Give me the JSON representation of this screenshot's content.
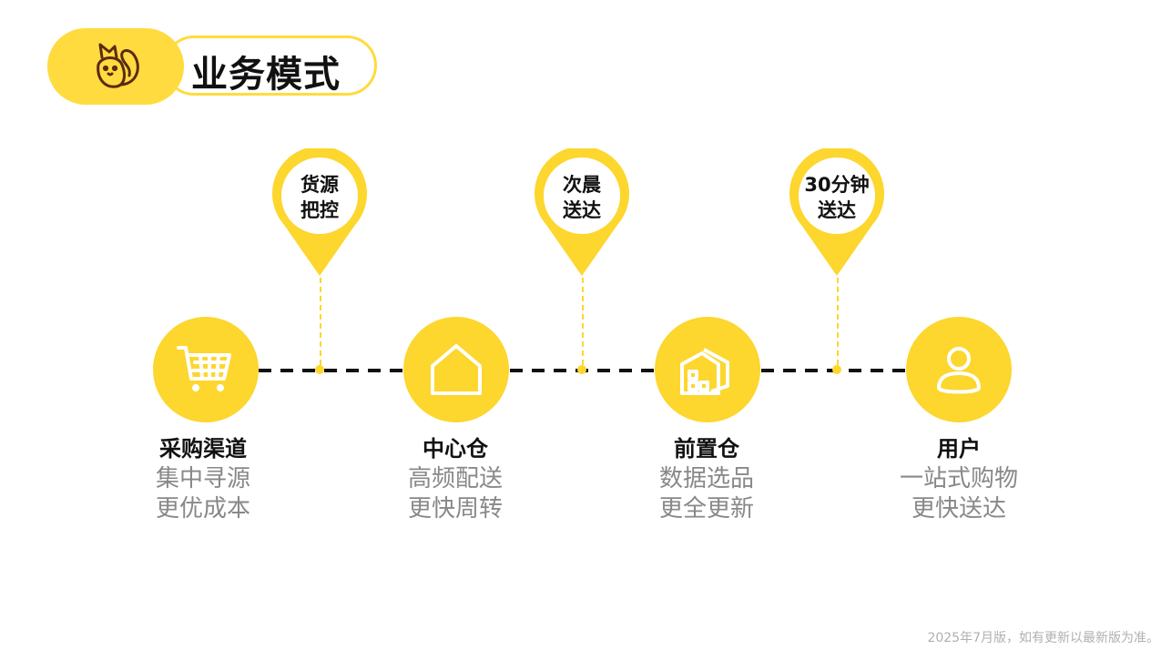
{
  "header": {
    "title": "业务模式",
    "mascot_icon": "squirrel-icon"
  },
  "colors": {
    "accent": "#FDD62E",
    "accent_light": "#FFDB3F",
    "text_dark": "#111111",
    "text_gray": "#888888"
  },
  "stages": [
    {
      "icon": "shopping-cart-icon",
      "title": "采购渠道",
      "line1": "集中寻源",
      "line2": "更优成本"
    },
    {
      "icon": "house-icon",
      "title": "中心仓",
      "line1": "高频配送",
      "line2": "更快周转"
    },
    {
      "icon": "warehouse-icon",
      "title": "前置仓",
      "line1": "数据选品",
      "line2": "更全更新"
    },
    {
      "icon": "user-icon",
      "title": "用户",
      "line1": "一站式购物",
      "line2": "更快送达"
    }
  ],
  "pins": [
    {
      "line1": "货源",
      "line2": "把控"
    },
    {
      "line1": "次晨",
      "line2": "送达"
    },
    {
      "line1": "30分钟",
      "line2": "送达"
    }
  ],
  "footer": {
    "note": "2025年7月版，如有更新以最新版为准。"
  }
}
